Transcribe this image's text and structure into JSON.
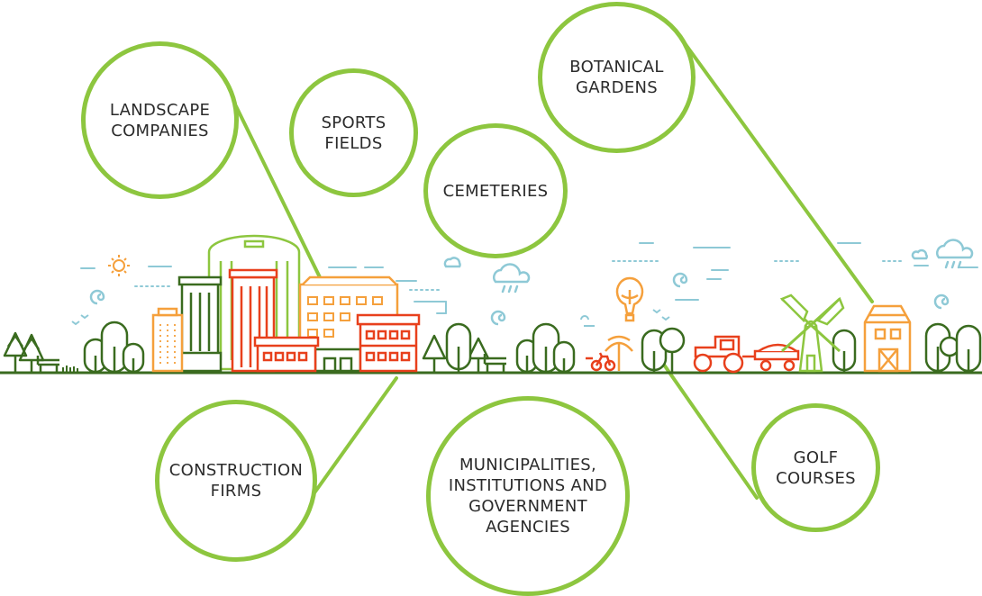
{
  "categories": [
    {
      "id": "landscape",
      "label": "LANDSCAPE\nCOMPANIES"
    },
    {
      "id": "sports",
      "label": "SPORTS\nFIELDS"
    },
    {
      "id": "cemeteries",
      "label": "CEMETERIES"
    },
    {
      "id": "botanical",
      "label": "BOTANICAL\nGARDENS"
    },
    {
      "id": "construction",
      "label": "CONSTRUCTION\nFIRMS"
    },
    {
      "id": "municipalities",
      "label": "MUNICIPALITIES,\nINSTITUTIONS AND\nGOVERNMENT\nAGENCIES"
    },
    {
      "id": "golf",
      "label": "GOLF\nCOURSES"
    }
  ],
  "colors": {
    "accent_green": "#8dc63f",
    "dark_green": "#3a6b1f",
    "orange": "#f5a03c",
    "red": "#e8401c",
    "sky_blue": "#8ec9d6",
    "text": "#2b2b2b"
  },
  "icons": [
    "sun-icon",
    "cloud-rain-icon",
    "hot-air-balloon-icon",
    "windmill-icon",
    "tractor-icon",
    "bicycle-icon",
    "barn-icon",
    "tree-icon",
    "bench-icon",
    "bird-icon"
  ]
}
